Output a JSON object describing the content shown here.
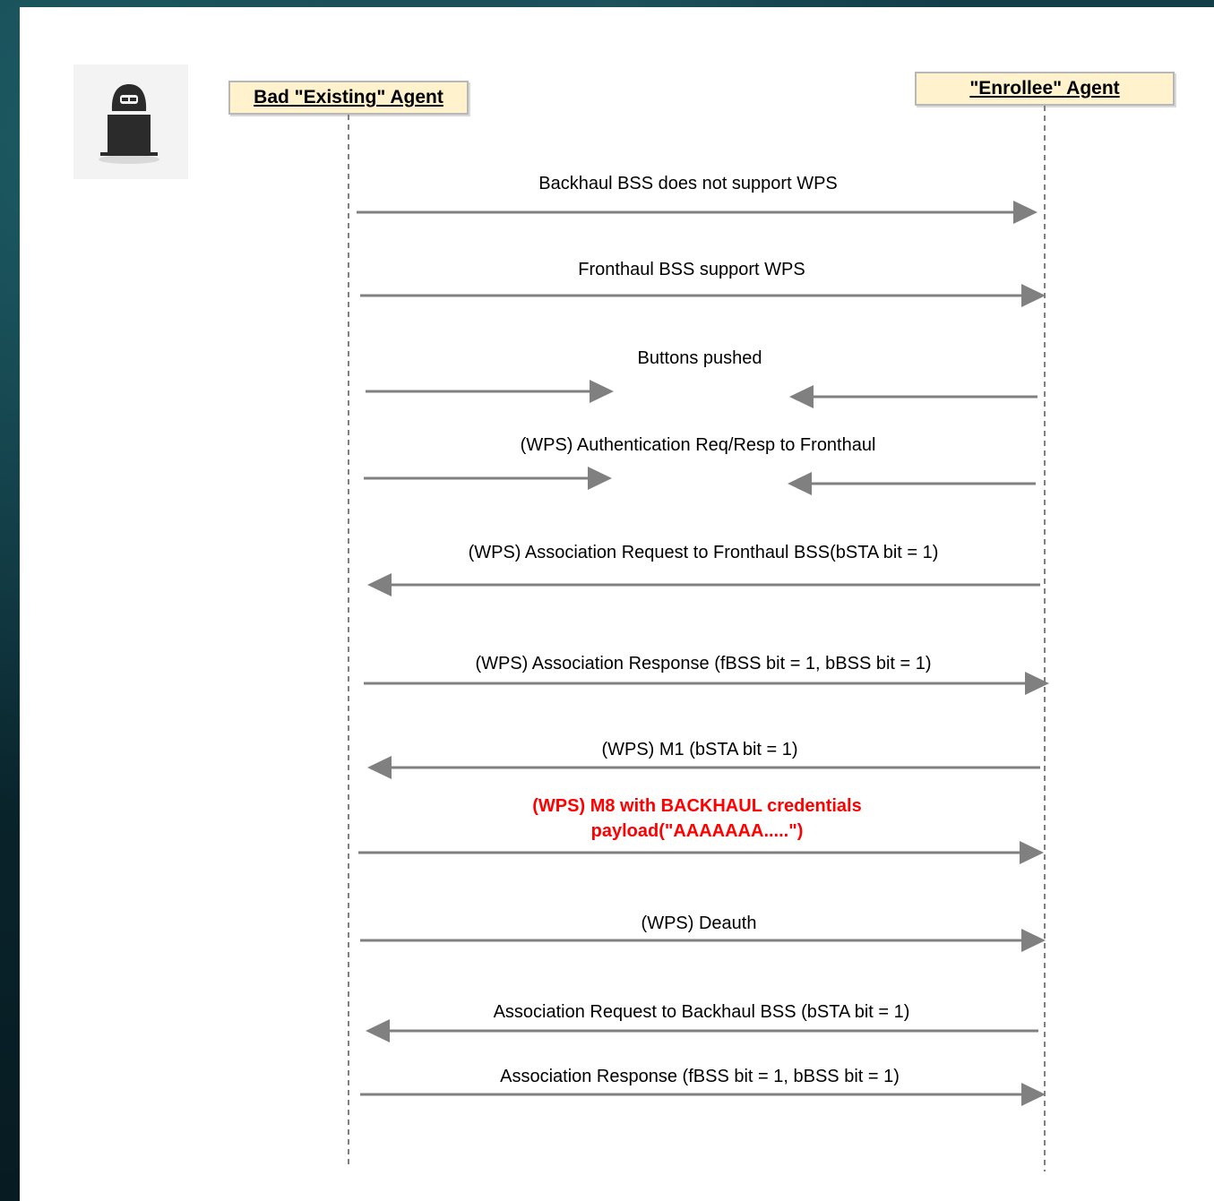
{
  "participants": {
    "left": "Bad \"Existing\" Agent",
    "right": "\"Enrollee\" Agent"
  },
  "icon": "hacker-laptop-icon",
  "messages": [
    {
      "text": "Backhaul BSS does not support WPS",
      "direction": "right"
    },
    {
      "text": "Fronthaul BSS support WPS",
      "direction": "right"
    },
    {
      "text": "Buttons pushed",
      "direction": "both-inward"
    },
    {
      "text": "(WPS) Authentication Req/Resp to Fronthaul",
      "direction": "both-inward"
    },
    {
      "text": "(WPS) Association Request to Fronthaul BSS(bSTA bit = 1)",
      "direction": "left"
    },
    {
      "text": "(WPS) Association Response (fBSS bit = 1, bBSS bit = 1)",
      "direction": "right"
    },
    {
      "text": "(WPS) M1 (bSTA bit = 1)",
      "direction": "left"
    },
    {
      "text_line1": "(WPS) M8 with BACKHAUL credentials",
      "text_line2": "payload(\"AAAAAAA.....\")",
      "direction": "right",
      "highlight": true
    },
    {
      "text": "(WPS) Deauth",
      "direction": "right"
    },
    {
      "text": "Association Request to Backhaul BSS (bSTA bit = 1)",
      "direction": "left"
    },
    {
      "text": "Association Response (fBSS bit = 1, bBSS bit = 1)",
      "direction": "right"
    }
  ],
  "colors": {
    "arrow": "#808080",
    "highlight_text": "#ff0000",
    "actor_fill": "#fff2cc"
  }
}
